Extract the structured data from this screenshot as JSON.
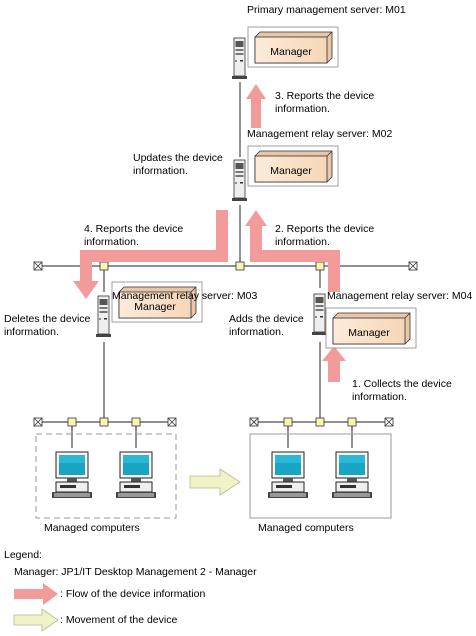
{
  "servers": {
    "primary": {
      "title": "Primary management server: M01",
      "manager_label": "Manager"
    },
    "relay_m02": {
      "title": "Management relay server: M02",
      "manager_label": "Manager",
      "note": "Updates the device\ninformation."
    },
    "relay_m03": {
      "title": "Management relay server: M03",
      "manager_label": "Manager",
      "note": "Deletes the device\ninformation."
    },
    "relay_m04": {
      "title": "Management relay server: M04",
      "manager_label": "Manager",
      "note": "Adds the device\ninformation."
    }
  },
  "flows": {
    "step1": "1. Collects the device\ninformation.",
    "step2": "2. Reports the device\ninformation.",
    "step3": "3. Reports the device\ninformation.",
    "step4": "4. Reports the device\ninformation."
  },
  "groups": {
    "left_label": "Managed computers",
    "right_label": "Managed computers"
  },
  "legend": {
    "heading": "Legend:",
    "manager_def": "Manager: JP1/IT Desktop Management 2 - Manager",
    "flow_label": ": Flow of the device information",
    "movement_label": ": Movement of the device"
  },
  "colors": {
    "flow_arrow": "#f39a9a",
    "movement_arrow": "#f0f2c8",
    "manager_box": "#fbe6d3",
    "node": "#fbf6b4"
  }
}
